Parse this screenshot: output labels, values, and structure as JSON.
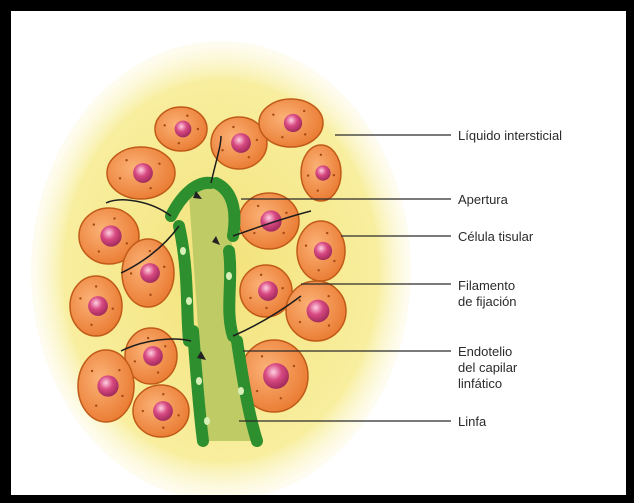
{
  "labels": {
    "liquido": "Líquido intersticial",
    "apertura": "Apertura",
    "celula": "Célula tisular",
    "filamento": "Filamento\nde fijación",
    "endotelio": "Endotelio\ndel capilar\nlinfático",
    "linfa": "Linfa"
  },
  "colors": {
    "fluid": "#f7e98a",
    "cell": "#ef8a3c",
    "cell_edge": "#c05a18",
    "nucleus": "#d4407a",
    "vessel_wall": "#2f9a2f",
    "lymph": "#b8c860"
  }
}
